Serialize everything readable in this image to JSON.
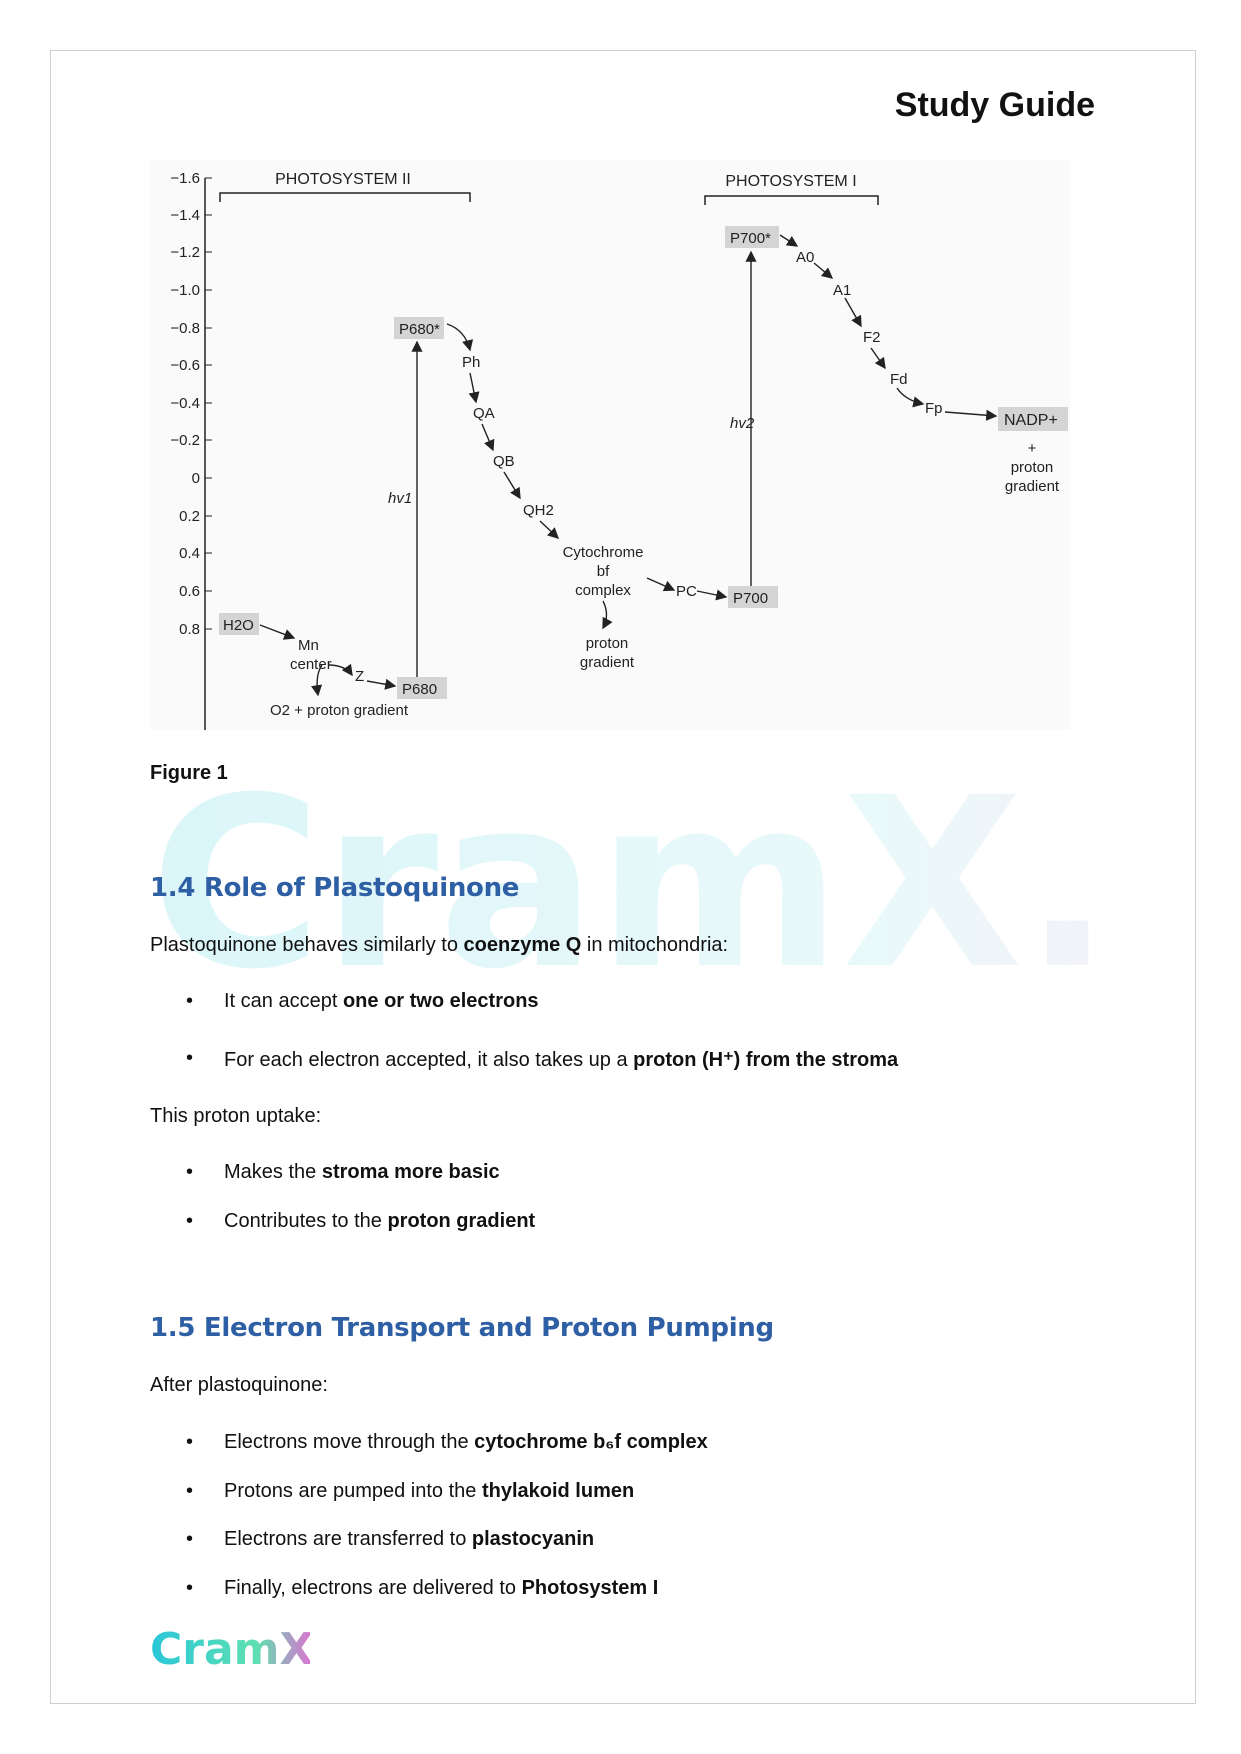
{
  "header": {
    "title": "Study Guide"
  },
  "figure": {
    "caption": "Figure 1",
    "axis_ticks": [
      "−1.6",
      "−1.4",
      "−1.2",
      "−1.0",
      "−0.8",
      "−0.6",
      "−0.4",
      "−0.2",
      "0",
      "0.2",
      "0.4",
      "0.6",
      "0.8"
    ],
    "ps2_label": "PHOTOSYSTEM II",
    "ps1_label": "PHOTOSYSTEM I",
    "nodes": {
      "p680_star": "P680*",
      "ph": "Ph",
      "qa": "QA",
      "qb": "QB",
      "qh2": "QH2",
      "cyt1": "Cytochrome",
      "cyt2": "bf",
      "cyt3": "complex",
      "proton_a": "proton",
      "gradient_a": "gradient",
      "pc": "PC",
      "p700": "P700",
      "p700_star": "P700*",
      "a0": "A0",
      "a1": "A1",
      "f2": "F2",
      "fd": "Fd",
      "fp": "Fp",
      "nadp": "NADP+",
      "plus": "+",
      "proton_b": "proton",
      "gradient_b": "gradient",
      "h2o": "H2O",
      "mn": "Mn",
      "center": "center",
      "z": "Z",
      "p680": "P680",
      "o2": "O2 +  proton gradient",
      "hv1": "hv1",
      "hv2": "hv2"
    }
  },
  "watermark": {
    "text": "CramX.ai"
  },
  "section_1_4": {
    "heading": "1.4 Role of Plastoquinone",
    "intro_a": "Plastoquinone behaves similarly to ",
    "intro_b": "coenzyme Q",
    "intro_c": " in mitochondria:",
    "bullets": [
      {
        "a": "It can accept ",
        "b": "one or two electrons"
      },
      {
        "a": "For each electron accepted, it also takes up a ",
        "b": "proton (H⁺) from the stroma"
      }
    ],
    "uptake": "This proton uptake:",
    "bullets2": [
      {
        "a": "Makes the ",
        "b": "stroma more basic"
      },
      {
        "a": "Contributes to the ",
        "b": "proton gradient"
      }
    ]
  },
  "section_1_5": {
    "heading": "1.5 Electron Transport and Proton Pumping",
    "intro": "After plastoquinone:",
    "bullets": [
      {
        "a": "Electrons move through the ",
        "b": "cytochrome b₆f complex"
      },
      {
        "a": "Protons are pumped into the ",
        "b": "thylakoid lumen"
      },
      {
        "a": "Electrons are transferred to ",
        "b": "plastocyanin"
      },
      {
        "a": "Finally, electrons are delivered to ",
        "b": "Photosystem I"
      }
    ]
  },
  "footer": {
    "logo": "CramX"
  },
  "colors": {
    "heading": "#2e5fa4",
    "box": "#d4d4d4"
  }
}
